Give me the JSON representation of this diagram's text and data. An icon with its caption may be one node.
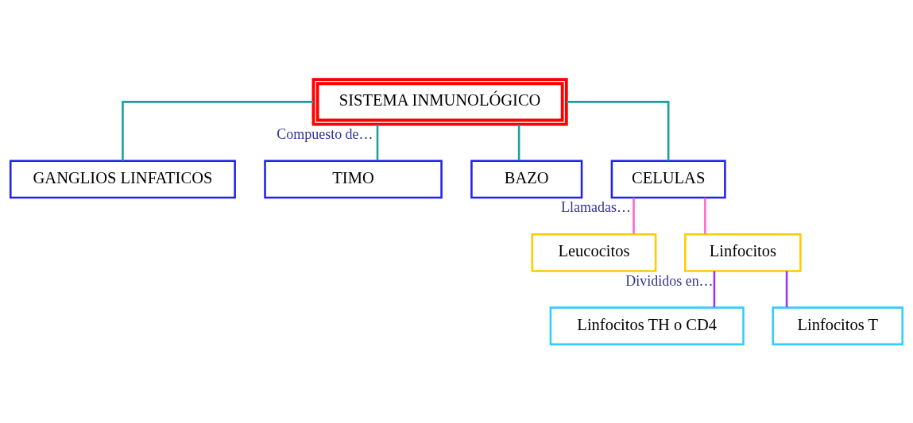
{
  "diagram": {
    "nodes": [
      {
        "text": [
          "SISTEMA INMUNOLÓGICO"
        ]
      },
      {
        "text": [
          "GANGLIOS LINFATICOS"
        ]
      },
      {
        "text": [
          "TIMO"
        ]
      },
      {
        "text": [
          "BAZO"
        ]
      },
      {
        "text": [
          "CELULAS"
        ]
      },
      {
        "text": [
          "Leucocitos"
        ]
      },
      {
        "text": [
          "Linfocitos"
        ]
      },
      {
        "text": [
          "Linfocitos TH o CD4"
        ]
      },
      {
        "text": [
          "Linfocitos T"
        ]
      }
    ],
    "edges": [
      {
        "from": 0,
        "to": 1,
        "arrow": "none",
        "color": "#1a9e9e"
      },
      {
        "from": 0,
        "to": 2,
        "arrow": "none",
        "label": "Compuesto de…",
        "color": "#1a9e9e"
      },
      {
        "from": 0,
        "to": 3,
        "arrow": "none",
        "color": "#1a9e9e"
      },
      {
        "from": 0,
        "to": 4,
        "arrow": "none",
        "color": "#1a9e9e"
      },
      {
        "from": 4,
        "to": 5,
        "arrow": "none",
        "label": "Llamadas…",
        "color": "#ff66cc"
      },
      {
        "from": 4,
        "to": 6,
        "arrow": "none",
        "color": "#ff66cc"
      },
      {
        "from": 6,
        "to": 7,
        "arrow": "none",
        "label": "Divididos en…",
        "color": "#9933ff"
      },
      {
        "from": 6,
        "to": 8,
        "arrow": "none",
        "color": "#9933ff"
      }
    ]
  }
}
